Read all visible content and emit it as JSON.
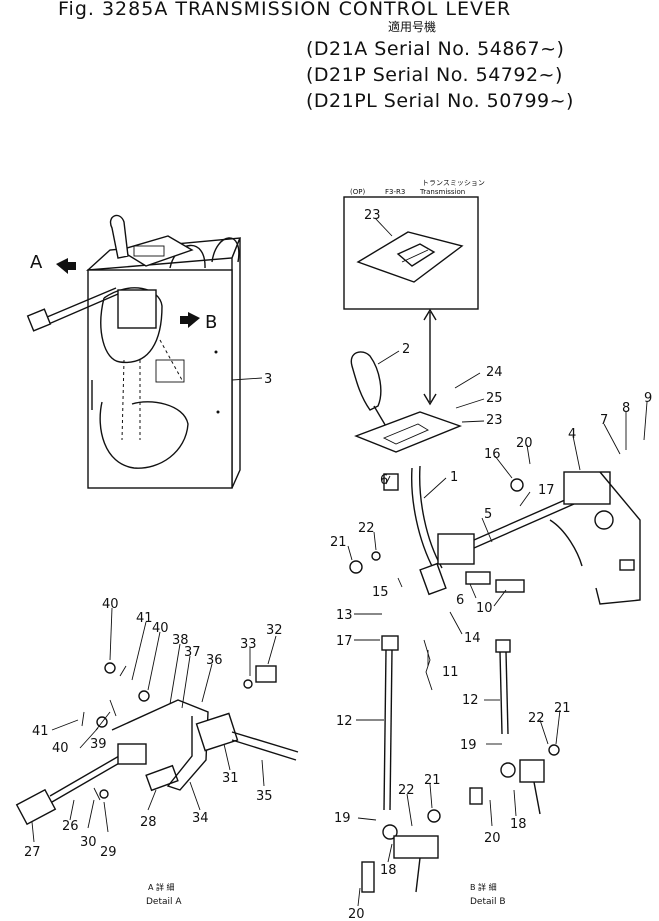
{
  "title": "Fig. 3285A TRANSMISSION CONTROL LEVER",
  "serial_header_jp": "適用号機",
  "serials": [
    "(D21A  Serial No. 54867~)",
    "(D21P  Serial No. 54792~)",
    "(D21PL Serial No. 50799~)"
  ],
  "option_box": {
    "op": "(OP)",
    "model": "F3-R3",
    "jp": "トランスミッション",
    "en": "Transmission"
  },
  "view_labels": {
    "a": "A",
    "b": "B"
  },
  "detail_a": {
    "jp": "A 詳 細",
    "en": "Detail A"
  },
  "detail_b": {
    "jp": "B 詳 細",
    "en": "Detail B"
  },
  "callouts": [
    {
      "id": "c3",
      "label": "3"
    },
    {
      "id": "c23box",
      "label": "23"
    },
    {
      "id": "c2",
      "label": "2"
    },
    {
      "id": "c24",
      "label": "24"
    },
    {
      "id": "c25",
      "label": "25"
    },
    {
      "id": "c23",
      "label": "23"
    },
    {
      "id": "c9",
      "label": "9"
    },
    {
      "id": "c8",
      "label": "8"
    },
    {
      "id": "c7",
      "label": "7"
    },
    {
      "id": "c4",
      "label": "4"
    },
    {
      "id": "c20a",
      "label": "20"
    },
    {
      "id": "c16",
      "label": "16"
    },
    {
      "id": "c1",
      "label": "1"
    },
    {
      "id": "c6a",
      "label": "6"
    },
    {
      "id": "c17a",
      "label": "17"
    },
    {
      "id": "c5",
      "label": "5"
    },
    {
      "id": "c22a",
      "label": "22"
    },
    {
      "id": "c21a",
      "label": "21"
    },
    {
      "id": "c15",
      "label": "15"
    },
    {
      "id": "c6b",
      "label": "6"
    },
    {
      "id": "c10",
      "label": "10"
    },
    {
      "id": "c13",
      "label": "13"
    },
    {
      "id": "c14",
      "label": "14"
    },
    {
      "id": "c17b",
      "label": "17"
    },
    {
      "id": "c11",
      "label": "11"
    },
    {
      "id": "c12a",
      "label": "12"
    },
    {
      "id": "c12b",
      "label": "12"
    },
    {
      "id": "c22b",
      "label": "22"
    },
    {
      "id": "c21b",
      "label": "21"
    },
    {
      "id": "c19a",
      "label": "19"
    },
    {
      "id": "c20b",
      "label": "20"
    },
    {
      "id": "c18a",
      "label": "18"
    },
    {
      "id": "c21c",
      "label": "21"
    },
    {
      "id": "c22c",
      "label": "22"
    },
    {
      "id": "c19b",
      "label": "19"
    },
    {
      "id": "c18b",
      "label": "18"
    },
    {
      "id": "c20c",
      "label": "20"
    },
    {
      "id": "c40a",
      "label": "40"
    },
    {
      "id": "c41a",
      "label": "41"
    },
    {
      "id": "c40b",
      "label": "40"
    },
    {
      "id": "c38",
      "label": "38"
    },
    {
      "id": "c37",
      "label": "37"
    },
    {
      "id": "c36",
      "label": "36"
    },
    {
      "id": "c33",
      "label": "33"
    },
    {
      "id": "c32",
      "label": "32"
    },
    {
      "id": "c41b",
      "label": "41"
    },
    {
      "id": "c40c",
      "label": "40"
    },
    {
      "id": "c39",
      "label": "39"
    },
    {
      "id": "c31",
      "label": "31"
    },
    {
      "id": "c35",
      "label": "35"
    },
    {
      "id": "c34",
      "label": "34"
    },
    {
      "id": "c28",
      "label": "28"
    },
    {
      "id": "c26",
      "label": "26"
    },
    {
      "id": "c30",
      "label": "30"
    },
    {
      "id": "c29",
      "label": "29"
    },
    {
      "id": "c27",
      "label": "27"
    }
  ]
}
